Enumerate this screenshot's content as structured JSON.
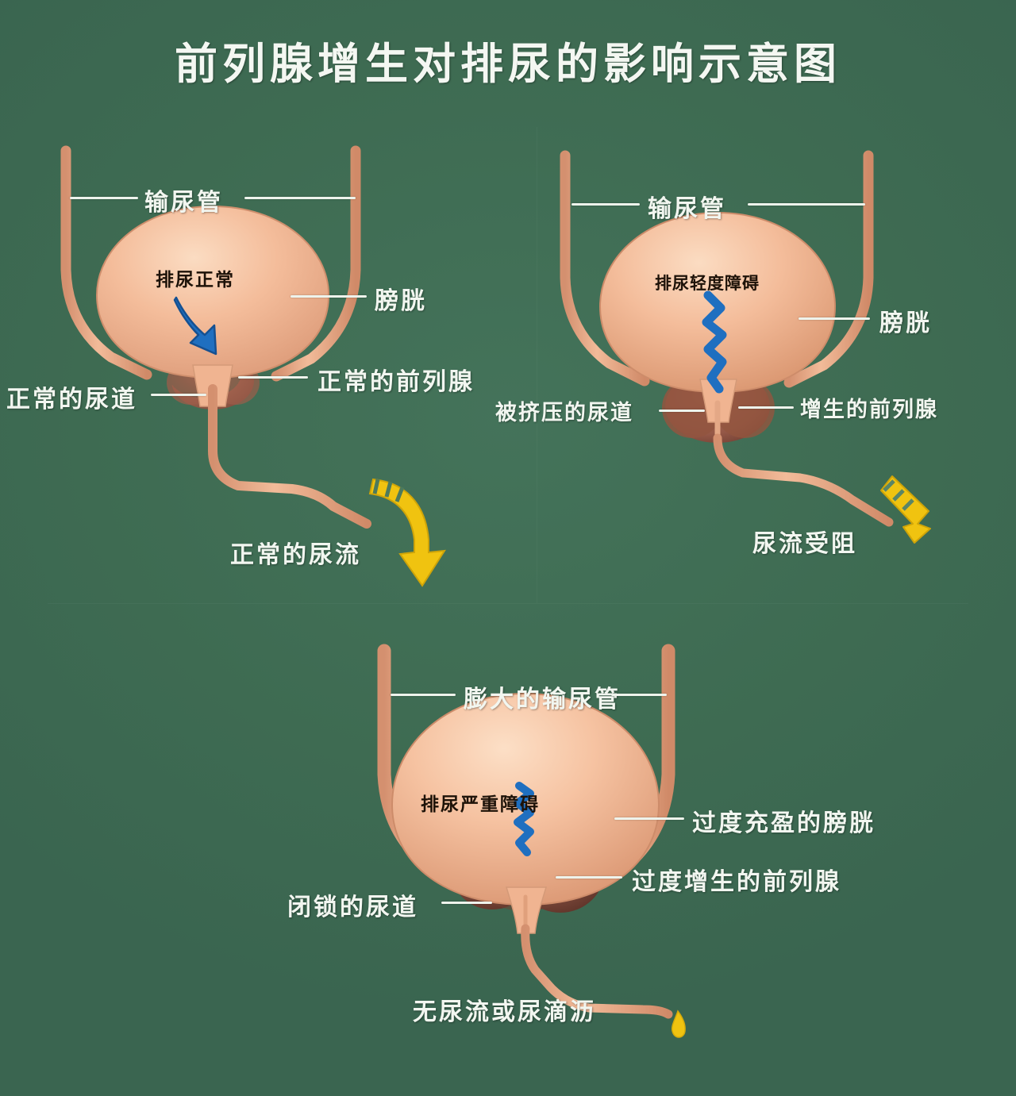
{
  "title": "前列腺增生对排尿的影响示意图",
  "background_color": "#3e6b52",
  "palette": {
    "bladder": "#f0b492",
    "bladder_light": "#f8d3b7",
    "ureter": "#e8a585",
    "prostate_normal": "#b3705c",
    "prostate_enlarged": "#8a5146",
    "urethra": "#eeb28f",
    "blue_arrow": "#1f6fc0",
    "yellow_arrow": "#f0c310",
    "label_text": "#f2f6f0",
    "inner_text": "#1d1208"
  },
  "panels": [
    {
      "id": "normal",
      "name": "正常",
      "inner_label": "排尿正常",
      "labels": {
        "ureter": "输尿管",
        "bladder": "膀胱",
        "prostate": "正常的前列腺",
        "urethra": "正常的尿道",
        "flow": "正常的尿流"
      },
      "flow_state": "normal",
      "bladder_pressure_icon": "blue-curved-arrow",
      "stream_icon": "yellow-curved-arrow-large"
    },
    {
      "id": "mild",
      "name": "轻度",
      "inner_label": "排尿轻度障碍",
      "labels": {
        "ureter": "输尿管",
        "bladder": "膀胱",
        "prostate": "增生的前列腺",
        "urethra": "被挤压的尿道",
        "flow": "尿流受阻"
      },
      "flow_state": "obstructed",
      "bladder_pressure_icon": "blue-zigzag",
      "stream_icon": "yellow-short-arrow"
    },
    {
      "id": "severe",
      "name": "严重",
      "inner_label": "排尿严重障碍",
      "labels": {
        "ureter": "膨大的输尿管",
        "bladder": "过度充盈的膀胱",
        "prostate": "过度增生的前列腺",
        "urethra": "闭锁的尿道",
        "flow": "无尿流或尿滴沥"
      },
      "flow_state": "blocked",
      "bladder_pressure_icon": "blue-zigzag-compressed",
      "stream_icon": "yellow-drip-drop"
    }
  ]
}
